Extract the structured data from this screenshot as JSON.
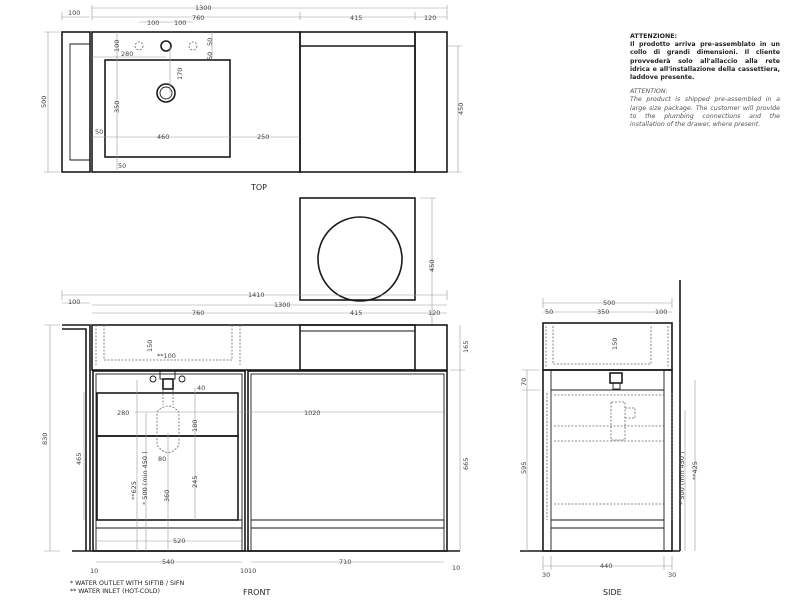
{
  "views": {
    "top": "TOP",
    "front": "FRONT",
    "side": "SIDE"
  },
  "top_dims": {
    "total": "1300",
    "left": "100",
    "basin_area": "760",
    "drawer": "415",
    "right": "120",
    "tap_a": "100",
    "tap_b": "100",
    "depth_to_tap": "100",
    "tap_offset": "280",
    "top_gap": "50",
    "top_gap2": "50",
    "drain": "170",
    "basin_depth": "350",
    "depth": "500",
    "side_margin": "50",
    "basin_width": "460",
    "right_margin": "250",
    "bottom_margin": "50",
    "drawer_depth": "450"
  },
  "raised_dims": {
    "height": "450"
  },
  "front_dims": {
    "overall": "1410",
    "total": "1300",
    "left": "100",
    "basin_area": "760",
    "drawer": "415",
    "right": "120",
    "basin_depth": "150",
    "inlet": "**100",
    "trap_offset": "40",
    "trap_x": "280",
    "width_right": "1020",
    "trap_h": "180",
    "trap_w": "80",
    "inlet_h": "**625",
    "outlet_h": "* 500 (min 450 )",
    "h360": "360",
    "h245": "245",
    "inner": "520",
    "height": "830",
    "door": "465",
    "top_h": "165",
    "cab_h": "665",
    "left_cab": "540",
    "right_cab": "710",
    "ten_a": "10",
    "ten_b": "10",
    "ten_c": "10",
    "ten_d": "10"
  },
  "side_dims": {
    "depth": "500",
    "front": "50",
    "basin": "350",
    "back": "100",
    "basin_depth": "150",
    "h70": "70",
    "h595": "595",
    "outlet": "* 500 (min 450 )",
    "inlet": "**425",
    "leg_a": "30",
    "width": "440",
    "leg_b": "30"
  },
  "notes": {
    "it_title": "ATTENZIONE:",
    "it_body": "Il prodotto arriva pre-assemblato in un collo di grandi dimensioni. Il cliente provvederà solo all'allaccio alla rete idrica e all'installazione della cassettiera, laddove presente.",
    "en_title": "ATTENTION:",
    "en_body": "The product is shipped pre-assembled in a large size package. The customer will provide to the plumbing connections and the installation of the drawer, where present."
  },
  "footnotes": {
    "outlet": "*  WATER OUTLET WITH SIFTIB / SIFN",
    "inlet": "** WATER INLET (HOT-COLD)"
  }
}
